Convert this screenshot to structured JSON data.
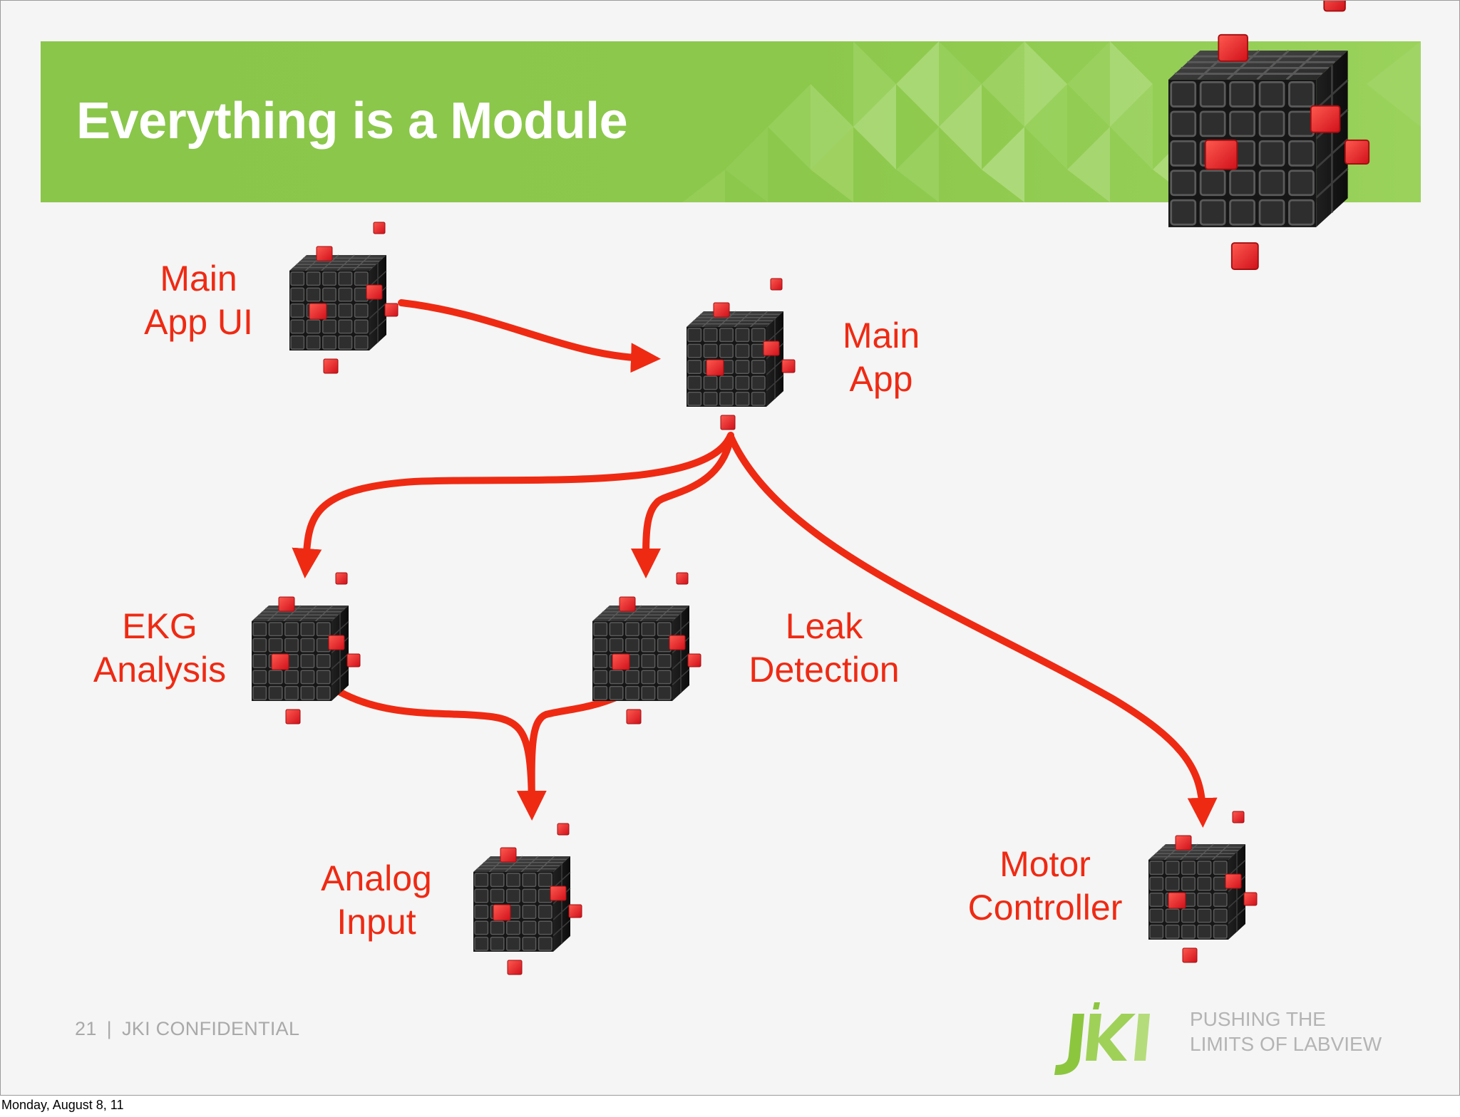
{
  "slide": {
    "title": "Everything is a Module",
    "page_number": "21",
    "footer_separator": "|",
    "confidential": "JKI CONFIDENTIAL",
    "tagline": [
      "PUSHING THE",
      "LIMITS OF LABVIEW"
    ],
    "logo_text": "JKI",
    "date": "Monday, August 8, 11"
  },
  "colors": {
    "accent": "#ef2a13",
    "banner_green": "#8cc84b",
    "banner_light_green": "#b5dc7a",
    "cube_dark": "#1c1c1c",
    "cube_red": "#ee1c1c",
    "logo_green": "#8cc63f",
    "footer_gray": "#a9a9a9"
  },
  "modules": [
    {
      "id": "main-app-ui",
      "label": [
        "Main",
        "App UI"
      ],
      "icon": "module-cube-icon"
    },
    {
      "id": "main-app",
      "label": [
        "Main",
        "App"
      ],
      "icon": "module-cube-icon"
    },
    {
      "id": "ekg-analysis",
      "label": [
        "EKG",
        "Analysis"
      ],
      "icon": "module-cube-icon"
    },
    {
      "id": "leak-detection",
      "label": [
        "Leak",
        "Detection"
      ],
      "icon": "module-cube-icon"
    },
    {
      "id": "analog-input",
      "label": [
        "Analog",
        "Input"
      ],
      "icon": "module-cube-icon"
    },
    {
      "id": "motor-controller",
      "label": [
        "Motor",
        "Controller"
      ],
      "icon": "module-cube-icon"
    }
  ],
  "connections": [
    {
      "from": "main-app-ui",
      "to": "main-app"
    },
    {
      "from": "main-app",
      "to": "ekg-analysis"
    },
    {
      "from": "main-app",
      "to": "leak-detection"
    },
    {
      "from": "main-app",
      "to": "motor-controller"
    },
    {
      "from": "ekg-analysis",
      "to": "analog-input"
    },
    {
      "from": "leak-detection",
      "to": "analog-input"
    }
  ]
}
